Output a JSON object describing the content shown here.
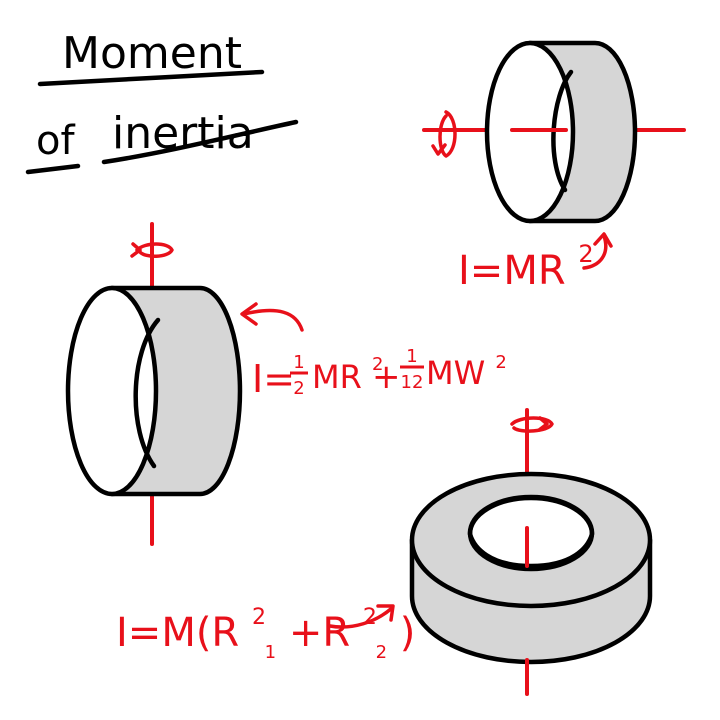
{
  "title": {
    "line1": "Moment",
    "line2_a": "of",
    "line2_b": "inertia"
  },
  "colors": {
    "accent": "#e8101a",
    "fill": "#d6d6d6",
    "ink": "#000000"
  },
  "shapes": [
    {
      "name": "hoop-central-axis",
      "formula": {
        "lhs": "I=MR",
        "exp": "2"
      }
    },
    {
      "name": "hoop-diameter-axis",
      "formula": {
        "lhs": "I=",
        "t1_num": "1",
        "t1_den": "2",
        "t1_body": "MR",
        "t1_exp": "2",
        "plus": "+",
        "t2_num": "1",
        "t2_den": "12",
        "t2_body": "MW",
        "t2_exp": "2"
      }
    },
    {
      "name": "annular-cylinder",
      "formula": {
        "lhs": "I=M(R",
        "r1_exp": "2",
        "r1_sub": "1",
        "plus": "+R",
        "r2_exp": "2",
        "r2_sub": "2",
        "close": ")"
      }
    }
  ],
  "icons": [
    "rotation-arrow-icon",
    "pointer-arrow-icon"
  ]
}
